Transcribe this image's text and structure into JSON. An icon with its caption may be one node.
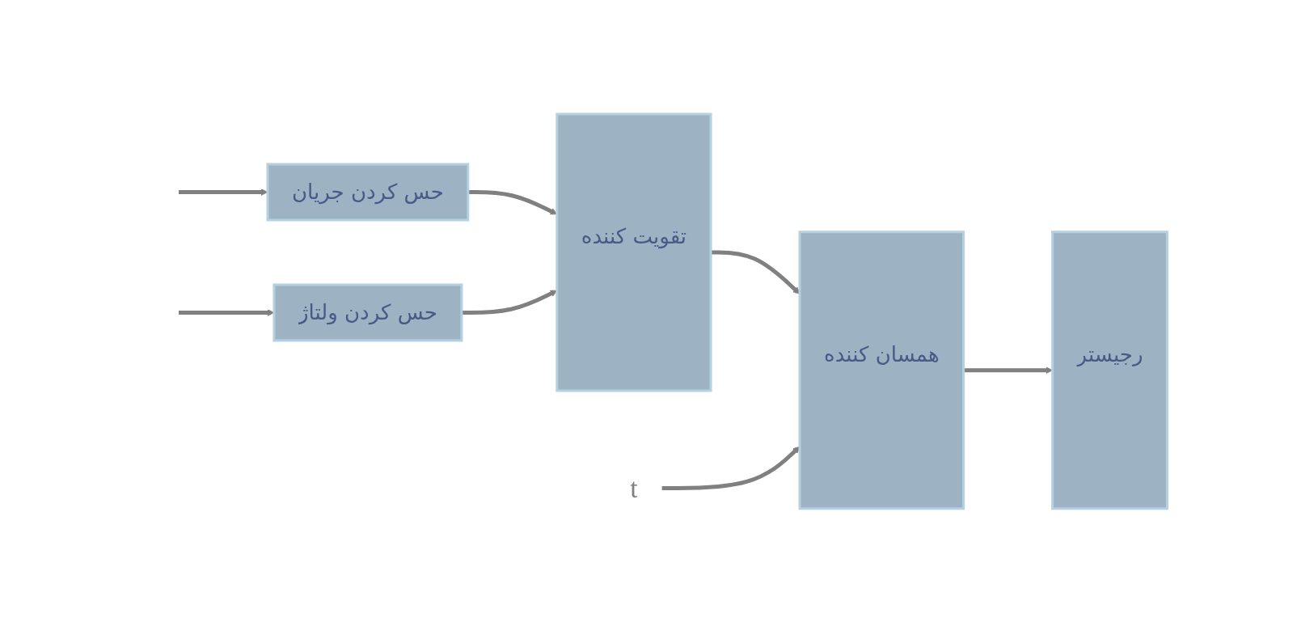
{
  "diagram": {
    "nodes": [
      {
        "text": [
          "حس کردن جریان"
        ]
      },
      {
        "text": [
          "حس کردن ولتاژ"
        ]
      },
      {
        "text": [
          "تقویت کننده"
        ]
      },
      {
        "text": [
          "همسان کننده"
        ]
      },
      {
        "text": [
          "رجیستر"
        ]
      },
      {
        "text": [
          "t"
        ]
      }
    ],
    "edges": [
      {
        "from": null,
        "to": 0,
        "arrow": "to"
      },
      {
        "from": null,
        "to": 1,
        "arrow": "to"
      },
      {
        "from": 0,
        "to": 2,
        "arrow": "to"
      },
      {
        "from": 1,
        "to": 2,
        "arrow": "to"
      },
      {
        "from": 2,
        "to": 3,
        "arrow": "to"
      },
      {
        "from": 3,
        "to": 4,
        "arrow": "to"
      },
      {
        "from": 5,
        "to": 3,
        "arrow": "to"
      }
    ]
  }
}
